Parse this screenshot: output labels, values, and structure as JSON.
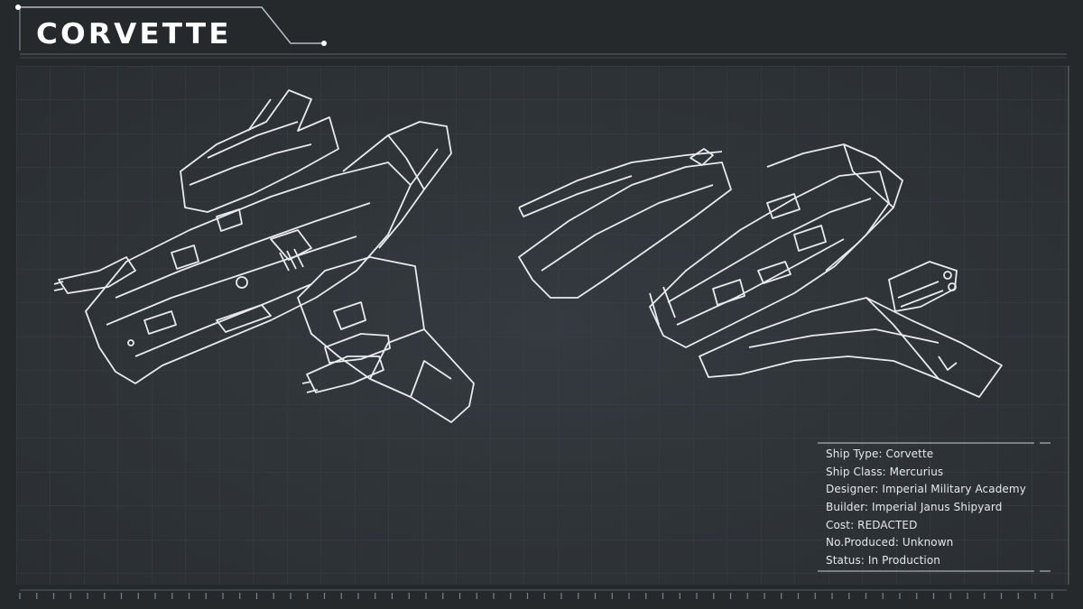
{
  "header": {
    "title": "CORVETTE"
  },
  "specs": [
    "Ship Type: Corvette",
    "Ship Class: Mercurius",
    "Designer: Imperial Military Academy",
    "Builder: Imperial Janus Shipyard",
    "Cost: REDACTED",
    "No.Produced: Unknown",
    "Status: In Production"
  ],
  "colors": {
    "background": "#26292c",
    "panel": "#2f3337",
    "grid": "#3b4046",
    "line": "#e8eaec",
    "frame": "#9aa0a6"
  }
}
